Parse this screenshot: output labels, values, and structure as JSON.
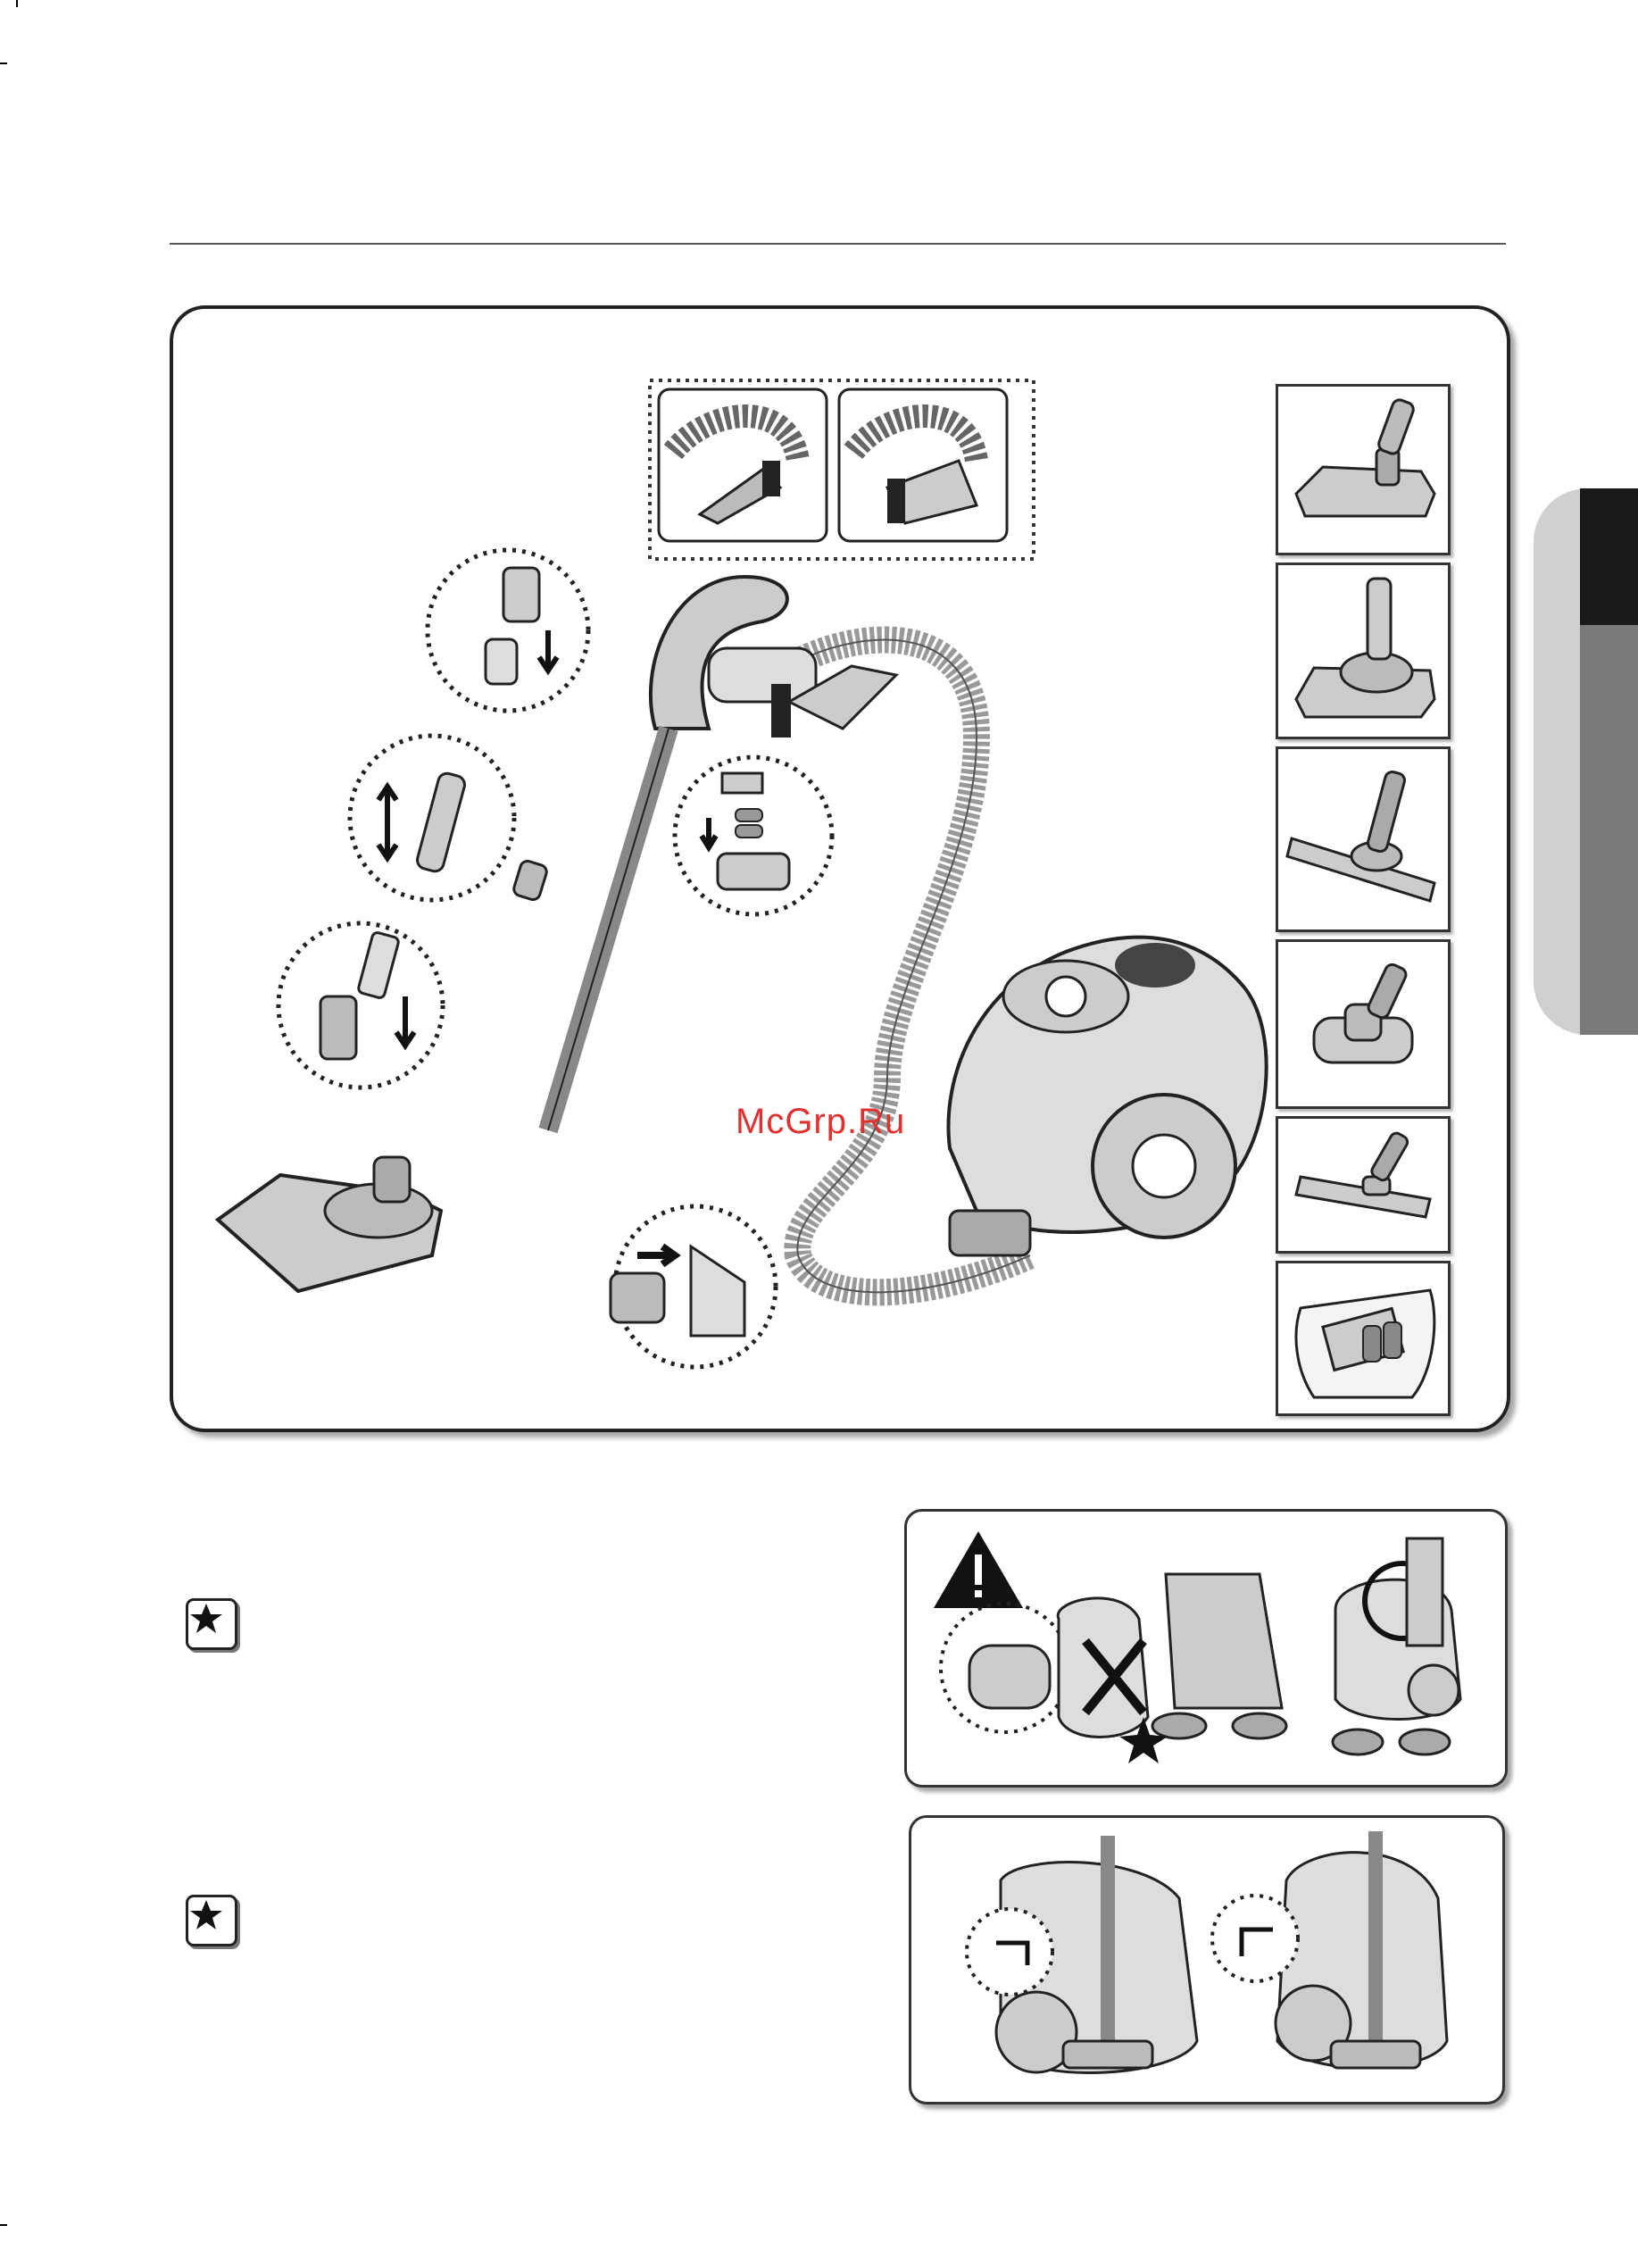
{
  "watermark": {
    "text": "McGrp.Ru",
    "color": "#e13030"
  },
  "main_figure": {
    "icon_names": [
      "vacuum-cleaner-illustration",
      "hose-handle",
      "telescopic-pipe",
      "floor-brush",
      "dust-bag",
      "hose-connector",
      "accessory-tool-connection"
    ]
  },
  "accessories": [
    {
      "icon": "floor-brush-icon"
    },
    {
      "icon": "turbo-brush-icon"
    },
    {
      "icon": "parquet-brush-icon"
    },
    {
      "icon": "mini-turbo-brush-icon"
    },
    {
      "icon": "hard-floor-brush-icon"
    },
    {
      "icon": "dust-bag-icon"
    }
  ],
  "notes": [
    {
      "icon": "star-note-icon"
    },
    {
      "icon": "star-note-icon"
    }
  ],
  "warning_panel": {
    "icon": "warning-triangle-icon",
    "symbol": "!"
  },
  "storage_panel": {
    "icon": "pipe-storage-illustration"
  },
  "colors": {
    "tab_dark": "#1a1a1a",
    "tab_mid": "#7a7a7a",
    "tab_light": "#d0d0d0"
  }
}
